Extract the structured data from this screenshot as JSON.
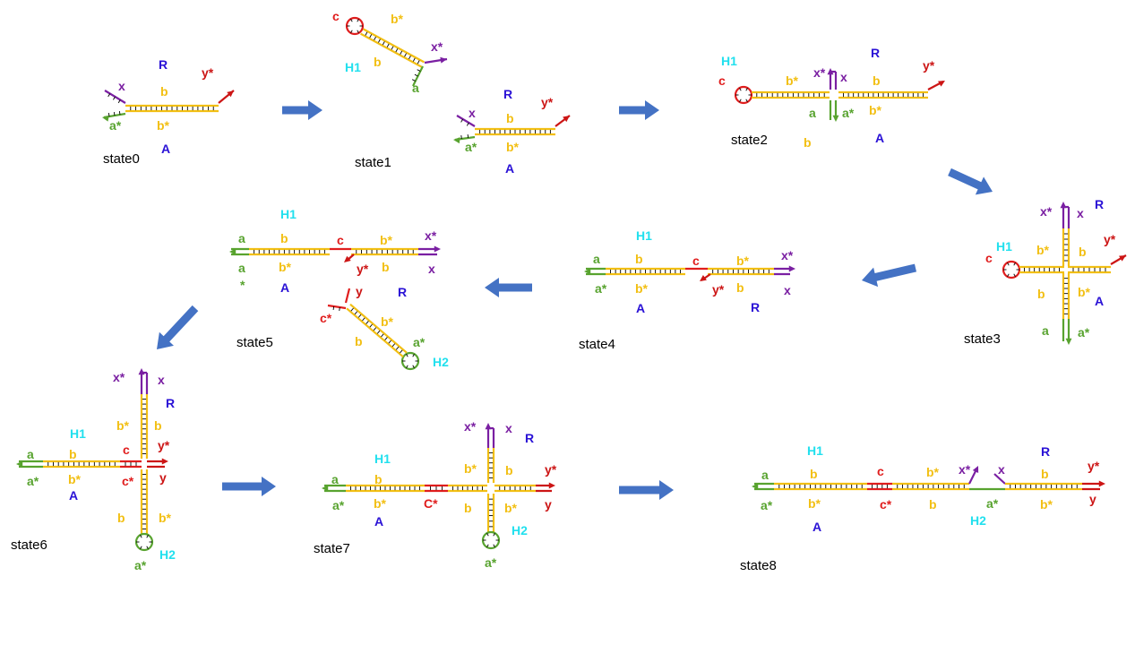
{
  "colors": {
    "a": "#58a32f",
    "b": "#f2bf13",
    "c": "#e01d1d",
    "x": "#7a1fa2",
    "y": "#cc1515",
    "R": "#2a12d6",
    "A": "#2a12d6",
    "H": "#22e0ee",
    "arrow": "#4472c4",
    "state": "#000000"
  },
  "domains": {
    "a": "a",
    "a_star": "a*",
    "b": "b",
    "b_star": "b*",
    "c": "c",
    "c_star": "c*",
    "C_star": "C*",
    "x": "x",
    "x_star": "x*",
    "y": "y",
    "y_star": "y*",
    "star": "*"
  },
  "strands": {
    "R": "R",
    "A": "A",
    "H1": "H1",
    "H2": "H2"
  },
  "states": [
    "state0",
    "state1",
    "state2",
    "state3",
    "state4",
    "state5",
    "state6",
    "state7",
    "state8"
  ]
}
